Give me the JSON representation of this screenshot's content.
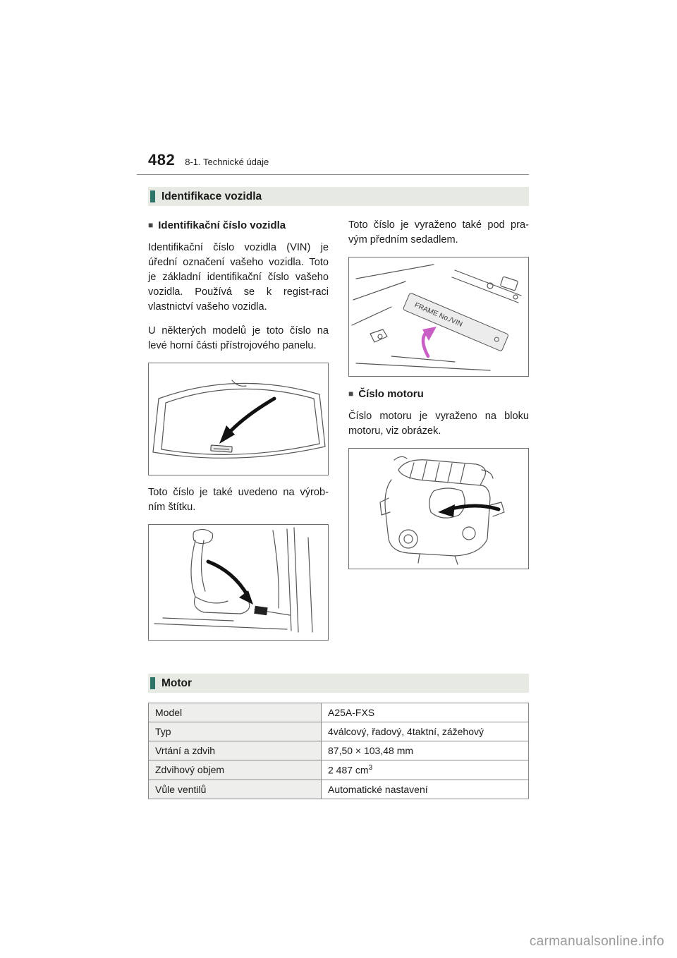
{
  "page": {
    "number": "482",
    "chapter": "8-1. Technické údaje",
    "watermark": "carmanualsonline.info"
  },
  "sections": {
    "identification": {
      "title": "Identifikace vozidla",
      "bullet": "■",
      "vin": {
        "heading": "Identifikační číslo vozidla",
        "para1": "Identifikační číslo vozidla (VIN) je úřední označení vašeho vozidla. Toto je základní identifikační číslo vašeho vozidla. Používá se k regist-raci vlastnictví vašeho vozidla.",
        "para2": "U některých modelů je toto číslo na levé horní části přístrojového panelu.",
        "para3": "Toto číslo je také uvedeno na výrob-ním štítku.",
        "para4": "Toto číslo je vyraženo také pod pra-vým předním sedadlem.",
        "plate_label": "FRAME No./VIN"
      },
      "engine_number": {
        "heading": "Číslo motoru",
        "para1": "Číslo motoru je vyraženo na bloku motoru, viz obrázek."
      }
    },
    "motor": {
      "title": "Motor",
      "table": {
        "rows": [
          {
            "label": "Model",
            "value": "A25A-FXS"
          },
          {
            "label": "Typ",
            "value": "4válcový, řadový, 4taktní, zážehový"
          },
          {
            "label": "Vrtání a zdvih",
            "value": "87,50 × 103,48 mm"
          },
          {
            "label": "Zdvihový objem",
            "value": "2 487 cm",
            "value_sup": "3"
          },
          {
            "label": "Vůle ventilů",
            "value": "Automatické nastavení"
          }
        ]
      }
    }
  },
  "colors": {
    "accent_bar": "#2e7468",
    "section_header_bg": "#e7eae2",
    "highlight_arrow": "#c95fc5"
  }
}
